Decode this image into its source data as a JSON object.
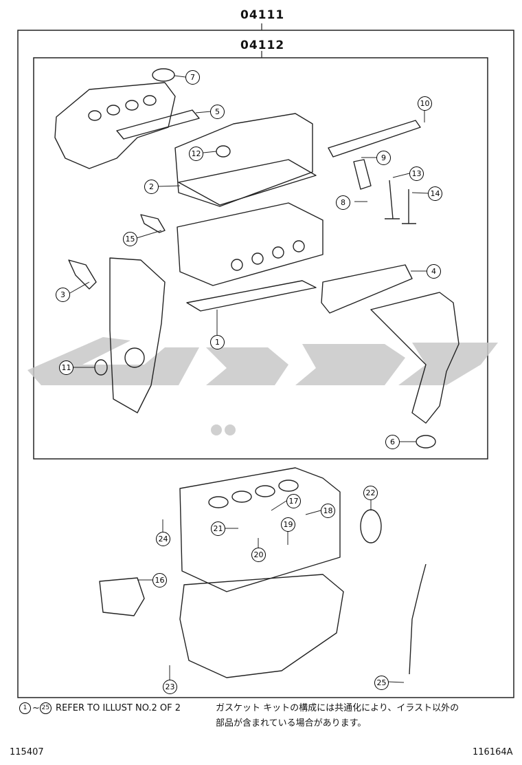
{
  "codes": {
    "outer": "04111",
    "inner": "04112"
  },
  "notes": {
    "range_from": "1",
    "range_sep": "~",
    "range_to": "25",
    "refer": "REFER TO ILLUST NO.2 OF 2",
    "jp_line1": "ガスケット キットの構成には共通化により、イラスト以外の",
    "jp_line2": "部品が含まれている場合があります。"
  },
  "footer": {
    "left": "115407",
    "right": "116164A"
  },
  "callouts": [
    "1",
    "2",
    "3",
    "4",
    "5",
    "6",
    "7",
    "8",
    "9",
    "10",
    "11",
    "12",
    "13",
    "14",
    "15",
    "16",
    "17",
    "18",
    "19",
    "20",
    "21",
    "22",
    "23",
    "24",
    "25"
  ],
  "colors": {
    "line": "#222222",
    "watermark": "#c8c8c8"
  }
}
